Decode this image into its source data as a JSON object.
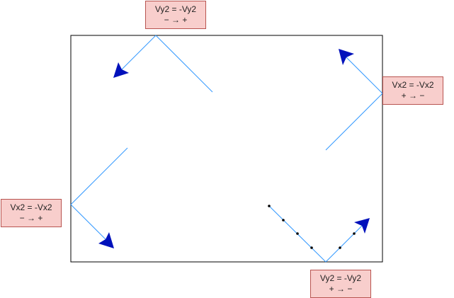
{
  "diagram": {
    "colors": {
      "boundary": "#000000",
      "path": "#3399ff",
      "arrow": "#0011bb",
      "label_fill": "#f8cecc",
      "label_border": "#b85450",
      "dot": "#000000"
    },
    "labels": {
      "top": {
        "equation": "Vy2 = -Vy2",
        "transition": "− → +"
      },
      "right": {
        "equation": "Vx2 = -Vx2",
        "transition": "+ → −"
      },
      "left": {
        "equation": "Vx2 = -Vx2",
        "transition": "− → +"
      },
      "bottom": {
        "equation": "Vy2 = -Vy2",
        "transition": "+ → −"
      }
    },
    "icons": {
      "arrow": "arrowhead-icon",
      "dot": "trajectory-dot-icon"
    }
  }
}
